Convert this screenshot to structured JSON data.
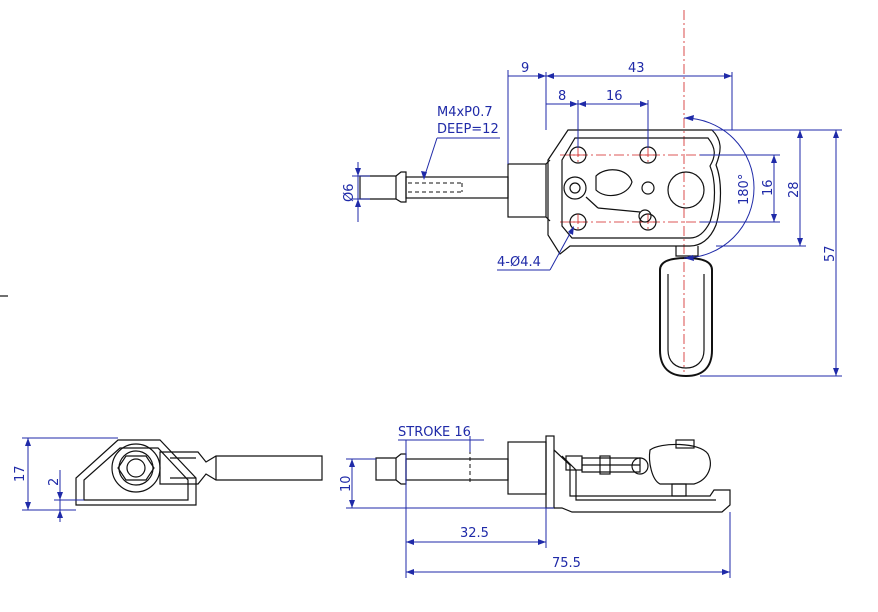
{
  "colors": {
    "dimension": "#1f2aa8",
    "outline": "#111111",
    "centerline": "#d22020"
  },
  "labels": {
    "d9": "9",
    "d43": "43",
    "d8": "8",
    "d16_top": "16",
    "thread": "M4xP0.7",
    "deep": "DEEP=12",
    "dia6": "Ø6",
    "holes": "4-Ø4.4",
    "angle": "180°",
    "d16_right": "16",
    "d28": "28",
    "d57": "57",
    "d17": "17",
    "d2": "2",
    "d10": "10",
    "stroke": "STROKE 16",
    "d32_5": "32.5",
    "d75_5": "75.5"
  }
}
